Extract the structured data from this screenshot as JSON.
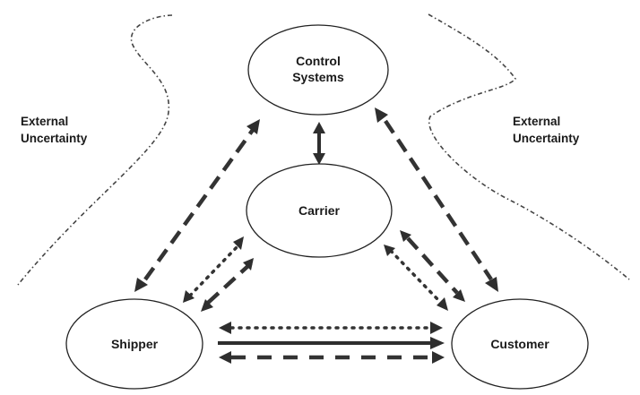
{
  "diagram": {
    "nodes": [
      {
        "id": "control",
        "label_lines": [
          "Control",
          "Systems"
        ]
      },
      {
        "id": "carrier",
        "label_lines": [
          "Carrier"
        ]
      },
      {
        "id": "shipper",
        "label_lines": [
          "Shipper"
        ]
      },
      {
        "id": "customer",
        "label_lines": [
          "Customer"
        ]
      }
    ],
    "regions": [
      {
        "id": "external-left",
        "label_lines": [
          "External",
          "Uncertainty"
        ]
      },
      {
        "id": "external-right",
        "label_lines": [
          "External",
          "Uncertainty"
        ]
      }
    ],
    "edges": [
      {
        "from": "carrier",
        "to": "control",
        "style": "solid",
        "direction": "both"
      },
      {
        "from": "shipper",
        "to": "control",
        "style": "dashed",
        "direction": "both"
      },
      {
        "from": "customer",
        "to": "control",
        "style": "dashed",
        "direction": "both"
      },
      {
        "from": "shipper",
        "to": "carrier",
        "style": "dotted",
        "direction": "both"
      },
      {
        "from": "shipper",
        "to": "carrier",
        "style": "dashed",
        "direction": "both"
      },
      {
        "from": "carrier",
        "to": "customer",
        "style": "dotted",
        "direction": "both"
      },
      {
        "from": "carrier",
        "to": "customer",
        "style": "dashed",
        "direction": "both"
      },
      {
        "from": "shipper",
        "to": "customer",
        "style": "dotted",
        "direction": "both"
      },
      {
        "from": "shipper",
        "to": "customer",
        "style": "solid",
        "direction": "forward"
      },
      {
        "from": "shipper",
        "to": "customer",
        "style": "dashed",
        "direction": "both"
      }
    ],
    "colors": {
      "line": "#2e2e2e",
      "background": "#ffffff"
    }
  }
}
